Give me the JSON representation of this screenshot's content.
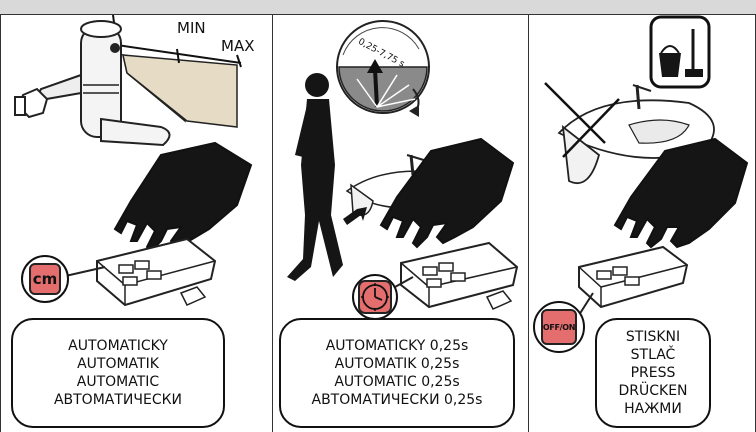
{
  "panels": [
    {
      "gauge_labels": {
        "min": "MIN",
        "max": "MAX"
      },
      "badge_label": "cm",
      "caption": [
        "AUTOMATICKY",
        "AUTOMATIK",
        "AUTOMATIC",
        "АВТОМАТИЧЕСКИ"
      ]
    },
    {
      "timer_range": "0,25-7,75 s",
      "caption": [
        "AUTOMATICKY 0,25s",
        "AUTOMATIK 0,25s",
        "AUTOMATIC 0,25s",
        "АВТОМАТИЧЕСКИ 0,25s"
      ]
    },
    {
      "badge_label": "OFF/ON",
      "caption": [
        "STISKNI",
        "STLAČ",
        "PRESS",
        "DRÜCKEN",
        "НАЖМИ"
      ]
    }
  ],
  "colors": {
    "badge": "#e46e6e",
    "sensor_beam": "#c8b59a",
    "timer_dial": "#888888"
  }
}
